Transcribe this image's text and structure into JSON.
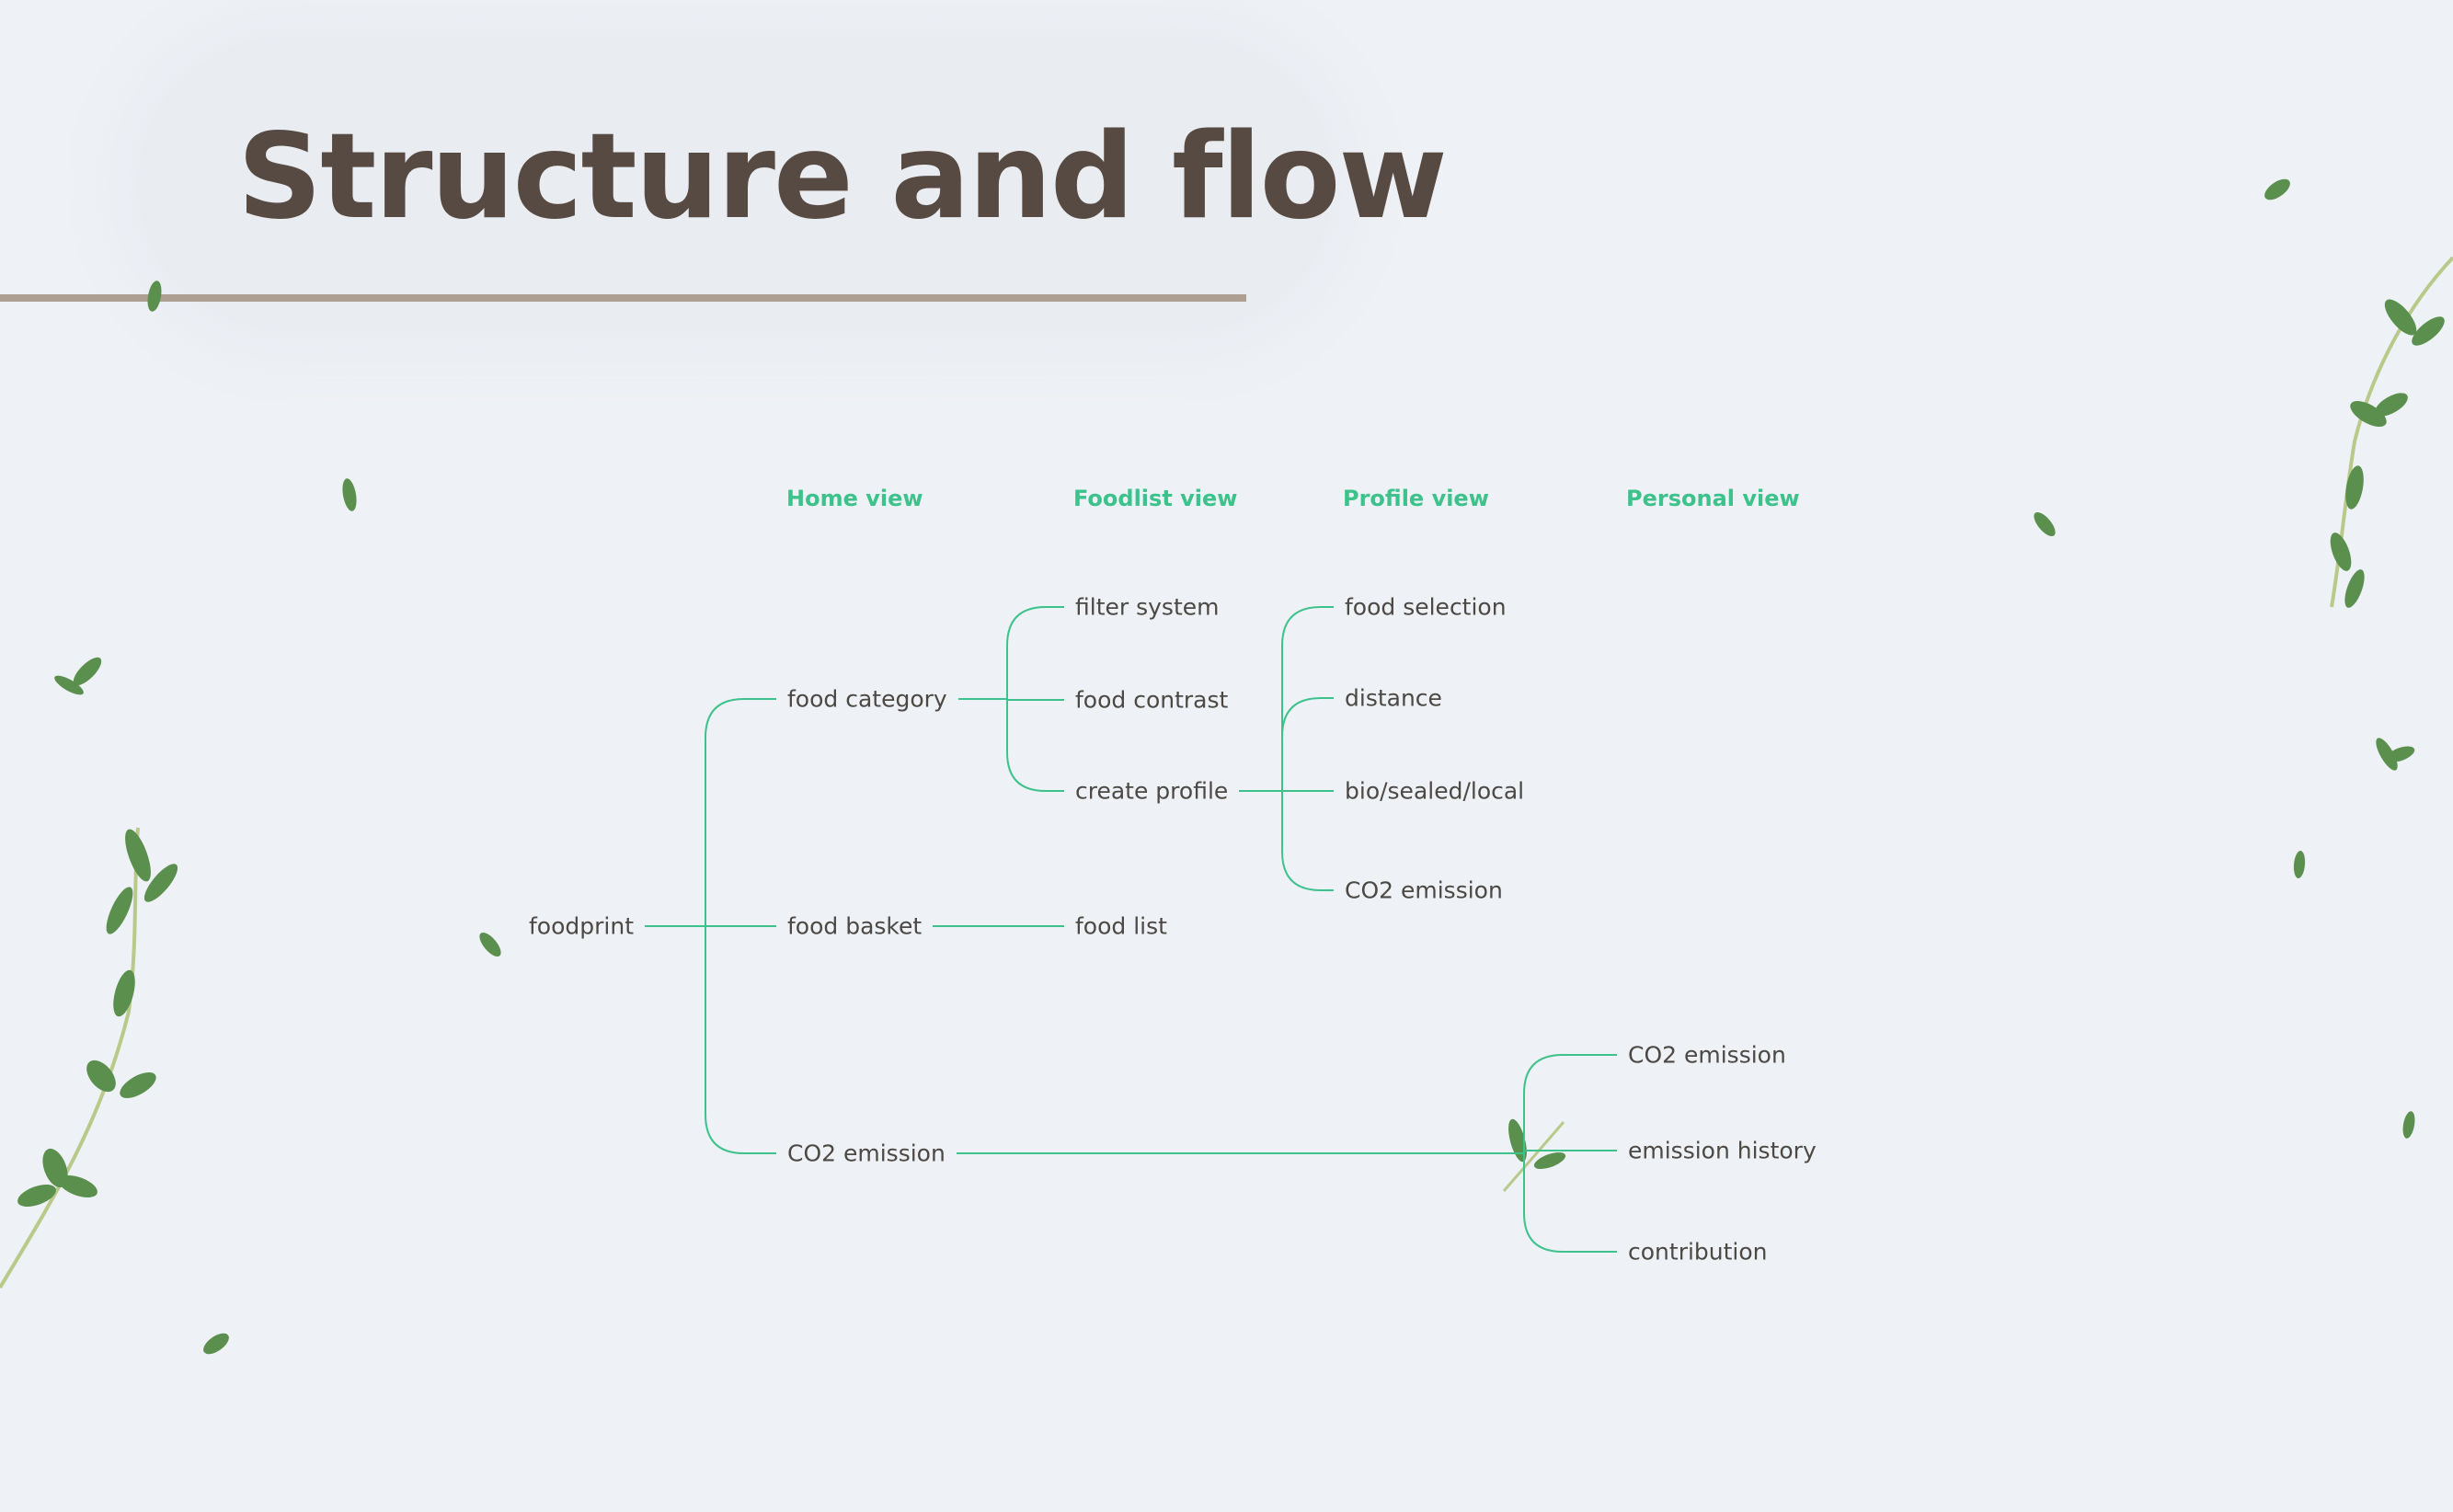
{
  "title": "Structure and  flow",
  "columns": {
    "home": "Home view",
    "foodlist": "Foodlist view",
    "profile": "Profile view",
    "personal": "Personal view"
  },
  "nodes": {
    "root": "foodprint",
    "food_category": "food category",
    "food_basket": "food basket",
    "co2_emission_home": "CO2 emission",
    "filter_system": "filter system",
    "food_contrast": "food contrast",
    "create_profile": "create profile",
    "food_list": "food list",
    "food_selection": "food selection",
    "distance": "distance",
    "bio_sealed_local": "bio/sealed/local",
    "co2_emission_profile": "CO2 emission",
    "co2_emission_personal": "CO2 emission",
    "emission_history": "emission history",
    "contribution": "contribution"
  },
  "edges": [
    [
      "root",
      "food_category"
    ],
    [
      "root",
      "food_basket"
    ],
    [
      "root",
      "co2_emission_home"
    ],
    [
      "food_category",
      "filter_system"
    ],
    [
      "food_category",
      "food_contrast"
    ],
    [
      "food_category",
      "create_profile"
    ],
    [
      "food_basket",
      "food_list"
    ],
    [
      "create_profile",
      "food_selection"
    ],
    [
      "create_profile",
      "distance"
    ],
    [
      "create_profile",
      "bio_sealed_local"
    ],
    [
      "create_profile",
      "co2_emission_profile"
    ],
    [
      "co2_emission_home",
      "co2_emission_personal"
    ],
    [
      "co2_emission_home",
      "emission_history"
    ],
    [
      "co2_emission_home",
      "contribution"
    ]
  ],
  "colors": {
    "background": "#eef1f5",
    "title": "#574a42",
    "rule": "#ad9f92",
    "accent": "#3cc28a",
    "node_text": "#4c4844",
    "leaf": "#5b8f4e"
  }
}
